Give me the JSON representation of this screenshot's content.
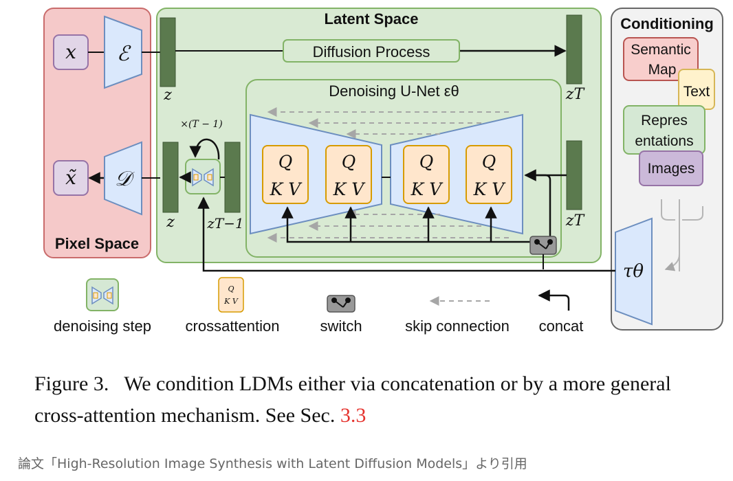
{
  "diagram": {
    "pixel_space": {
      "label": "Pixel Space"
    },
    "latent_space": {
      "label": "Latent Space"
    },
    "conditioning": {
      "label": "Conditioning",
      "items": [
        "Semantic",
        "Map",
        "Text",
        "Repres",
        "entations",
        "Images"
      ],
      "tau": "τθ"
    },
    "x": "x",
    "x_tilde": "x̃",
    "encoder": "ℰ",
    "decoder": "𝒟",
    "diffusion_process": "Diffusion Process",
    "unet_label": "Denoising U-Net εθ",
    "z_top": "z",
    "z_bottom": "z",
    "zT_top": "zT",
    "zT_bottom": "zT",
    "zT_minus_1": "zT−1",
    "times_label": "×(T − 1)",
    "qkv": {
      "q": "Q",
      "kv": "K V"
    },
    "legend": {
      "denoising_step": "denoising step",
      "crossattention": "crossattention",
      "switch": "switch",
      "skip_connection": "skip connection",
      "concat": "concat"
    }
  },
  "caption": {
    "prefix": "Figure 3.",
    "text": "We condition LDMs either via concatenation or by a more general cross-attention mechanism. See Sec.",
    "ref": "3.3"
  },
  "source": "論文「High-Resolution Image Synthesis with Latent Diffusion Models」より引用",
  "colors": {
    "pixel_bg": "#f5c9c9",
    "pixel_border": "#c96b6b",
    "latent_bg": "#d9ead3",
    "latent_border": "#82b366",
    "cond_bg": "#f2f2f2",
    "cond_border": "#666666",
    "trap_fill": "#dae8fc",
    "trap_stroke": "#6c8ebf",
    "bar": "#5b7a4e",
    "qkv_fill": "#ffe6cc",
    "qkv_stroke": "#d79b00",
    "purple_fill": "#e1d5e7",
    "purple_stroke": "#9673a6",
    "red_fill": "#f8cecc",
    "red_stroke": "#b85450",
    "yellow_fill": "#fff2cc",
    "yellow_stroke": "#d6b656",
    "green_fill": "#d5e8d4",
    "green_stroke": "#82b366",
    "images_fill": "#cbb9d9",
    "images_stroke": "#9673a6"
  }
}
